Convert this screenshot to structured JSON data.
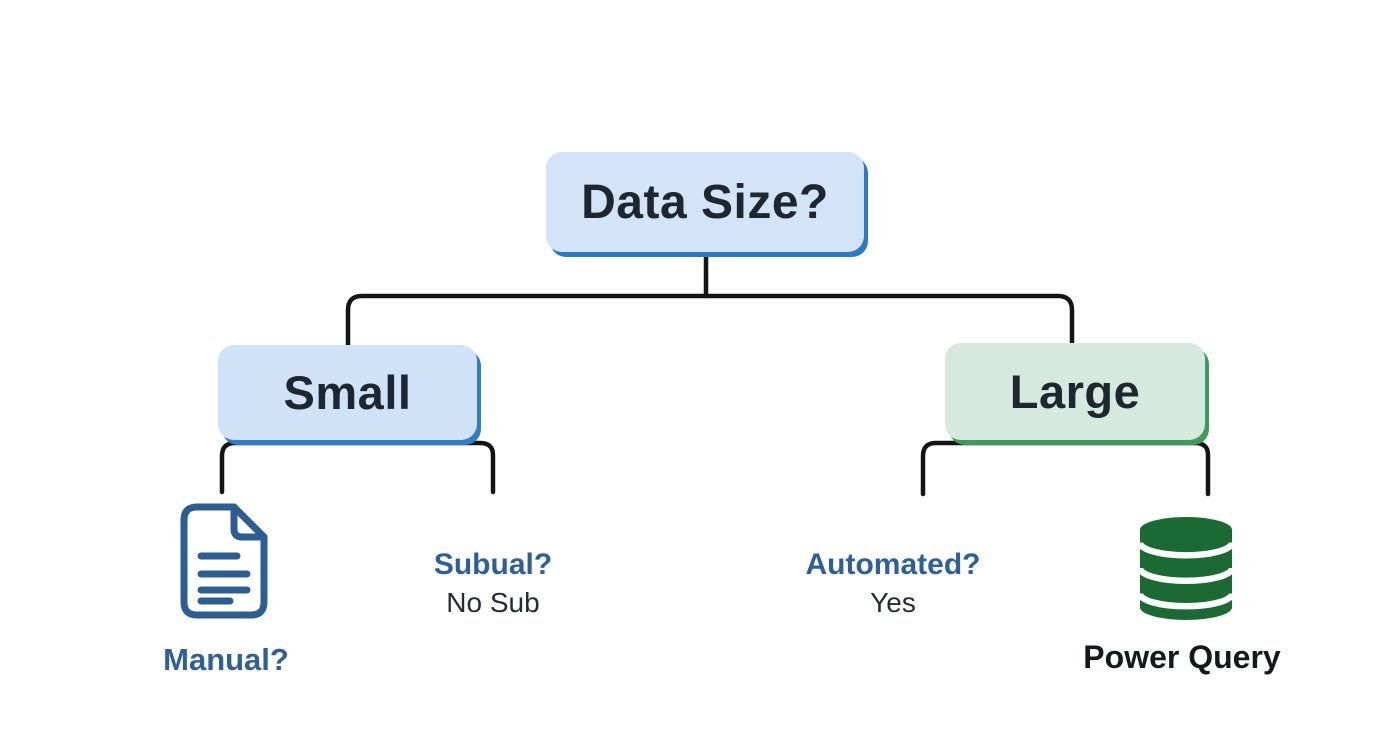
{
  "diagram": {
    "root_node": {
      "label": "Data Size?"
    },
    "branch_small": {
      "label": "Small"
    },
    "branch_large": {
      "label": "Large"
    },
    "leaf_manual": {
      "icon": "document-icon",
      "label": "Manual?"
    },
    "leaf_subual": {
      "question": "Subual?",
      "answer": "No Sub"
    },
    "leaf_automated": {
      "question": "Automated?",
      "answer": "Yes"
    },
    "leaf_power_query": {
      "icon": "database-icon",
      "label": "Power Query"
    },
    "colors": {
      "blue_node_fill": "#d3e3f8",
      "blue_node_edge": "#2b7ac6",
      "green_node_fill": "#d6e9de",
      "green_node_edge": "#3d9c5c",
      "document_icon_blue": "#2d5e93",
      "database_icon_green": "#1c6a33",
      "question_text_blue": "#2d5f99",
      "answer_text_dark": "#272c34",
      "node_text_dark": "#1e2630",
      "connector_line": "#141414",
      "background": "#ffffff"
    }
  }
}
